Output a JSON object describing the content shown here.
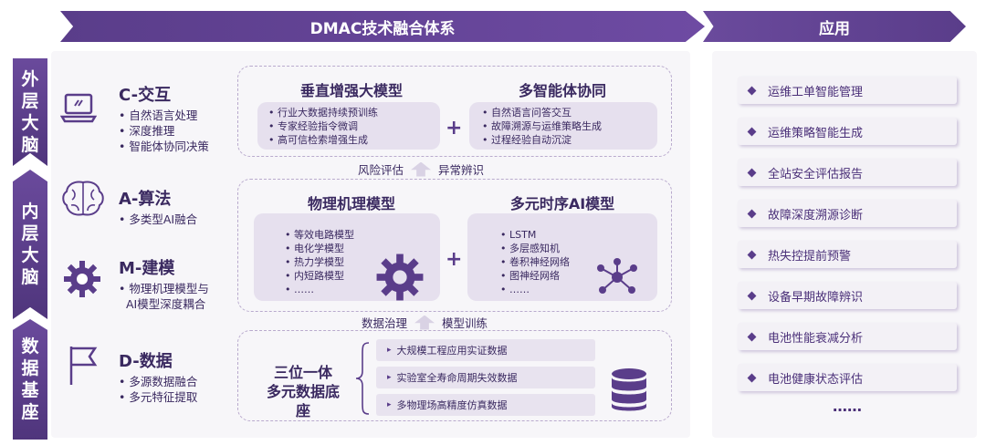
{
  "header": {
    "main_title": "DMAC技术融合体系",
    "app_title": "应用"
  },
  "side_tabs": {
    "outer": "外层大脑",
    "inner": "内层大脑",
    "data": "数据基座"
  },
  "sections": {
    "c": {
      "title": "C-交互",
      "icon": "laptop-icon",
      "items": [
        "自然语言处理",
        "深度推理",
        "智能体协同决策"
      ]
    },
    "a": {
      "title": "A-算法",
      "icon": "brain-icon",
      "items": [
        "多类型AI融合"
      ]
    },
    "m": {
      "title": "M-建模",
      "icon": "gear-icon",
      "items": [
        "物理机理模型与",
        "AI模型深度耦合"
      ]
    },
    "d": {
      "title": "D-数据",
      "icon": "flag-icon",
      "items": [
        "多源数据融合",
        "多元特征提取"
      ]
    }
  },
  "outer_box": {
    "left_title": "垂直增强大模型",
    "left_items": [
      "行业大数据持续预训练",
      "专家经验指令微调",
      "高可信检索增强生成"
    ],
    "right_title": "多智能体协同",
    "right_items": [
      "自然语言问答交互",
      "故障溯源与运维策略生成",
      "过程经验自动沉淀"
    ],
    "plus": "+"
  },
  "flow1": {
    "left": "风险评估",
    "right": "异常辨识"
  },
  "inner_box": {
    "left_title": "物理机理模型",
    "left_items": [
      "等效电路模型",
      "电化学模型",
      "热力学模型",
      "内短路模型",
      "……"
    ],
    "right_title": "多元时序AI模型",
    "right_items": [
      "LSTM",
      "多层感知机",
      "卷积神经网络",
      "图神经网络",
      "……"
    ],
    "plus": "+"
  },
  "flow2": {
    "left": "数据治理",
    "right": "模型训练"
  },
  "data_box": {
    "title": "三位一体多元数据底座",
    "title_lines": [
      "三位一体",
      "多元数据底",
      "座"
    ],
    "items": [
      "大规模工程应用实证数据",
      "实验室全寿命周期失效数据",
      "多物理场高精度仿真数据"
    ]
  },
  "applications": [
    "运维工单智能管理",
    "运维策略智能生成",
    "全站安全评估报告",
    "故障深度溯源诊断",
    "热失控提前预警",
    "设备早期故障辨识",
    "电池性能衰减分析",
    "电池健康状态评估"
  ],
  "app_more": "……",
  "colors": {
    "primary": "#5a3d8a",
    "panel": "#f7f6f9",
    "card": "#e6e0ee"
  }
}
